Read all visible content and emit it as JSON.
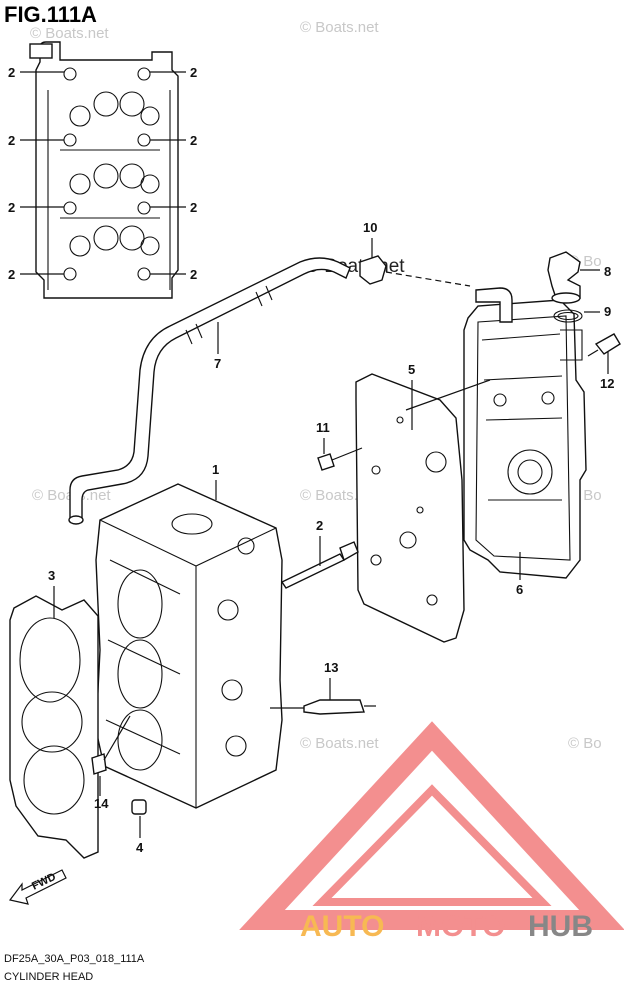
{
  "title": "FIG.111A",
  "footer_code": "DF25A_30A_P03_018_111A",
  "footer_name": "CYLINDER HEAD",
  "watermark_main": "© Boats.net",
  "watermark_faint": "© Boats.net",
  "watermark_edge": "© Bo",
  "brand": {
    "part1": "AUTO",
    "part2": "MOTO",
    "part3": "HUB",
    "color_accent": "#f07070",
    "color_orange": "#f5a623",
    "color_gray": "#666666"
  },
  "fwd_label": "FWD",
  "callouts": {
    "c1": "1",
    "c2": "2",
    "c3": "3",
    "c4": "4",
    "c5": "5",
    "c6": "6",
    "c7": "7",
    "c8": "8",
    "c9": "9",
    "c10": "10",
    "c11": "11",
    "c12": "12",
    "c13": "13",
    "c14": "14"
  }
}
